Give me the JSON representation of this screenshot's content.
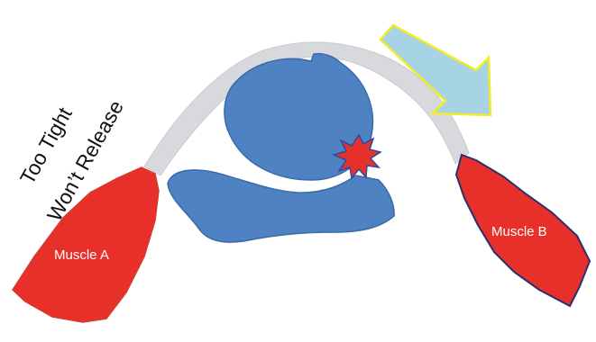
{
  "annotation": {
    "line1": "Too Tight",
    "line2": "Won’t Release"
  },
  "muscles": {
    "a_label": "Muscle A",
    "b_label": "Muscle B"
  },
  "colors": {
    "muscle_fill": "#e8302a",
    "muscle_b_outline": "#2b2f6e",
    "bone_fill": "#4f82c3",
    "bone_outline": "#3a6aa8",
    "tendon_fill": "#d7d9dc",
    "arrow_fill": "#a6d4e4",
    "arrow_outline": "#f3ea2c",
    "impingement_fill": "#e8302a",
    "impingement_outline": "#2b4aa0"
  },
  "icons": {
    "force_arrow": "arrow-down-right-icon",
    "impingement": "starburst-icon"
  }
}
